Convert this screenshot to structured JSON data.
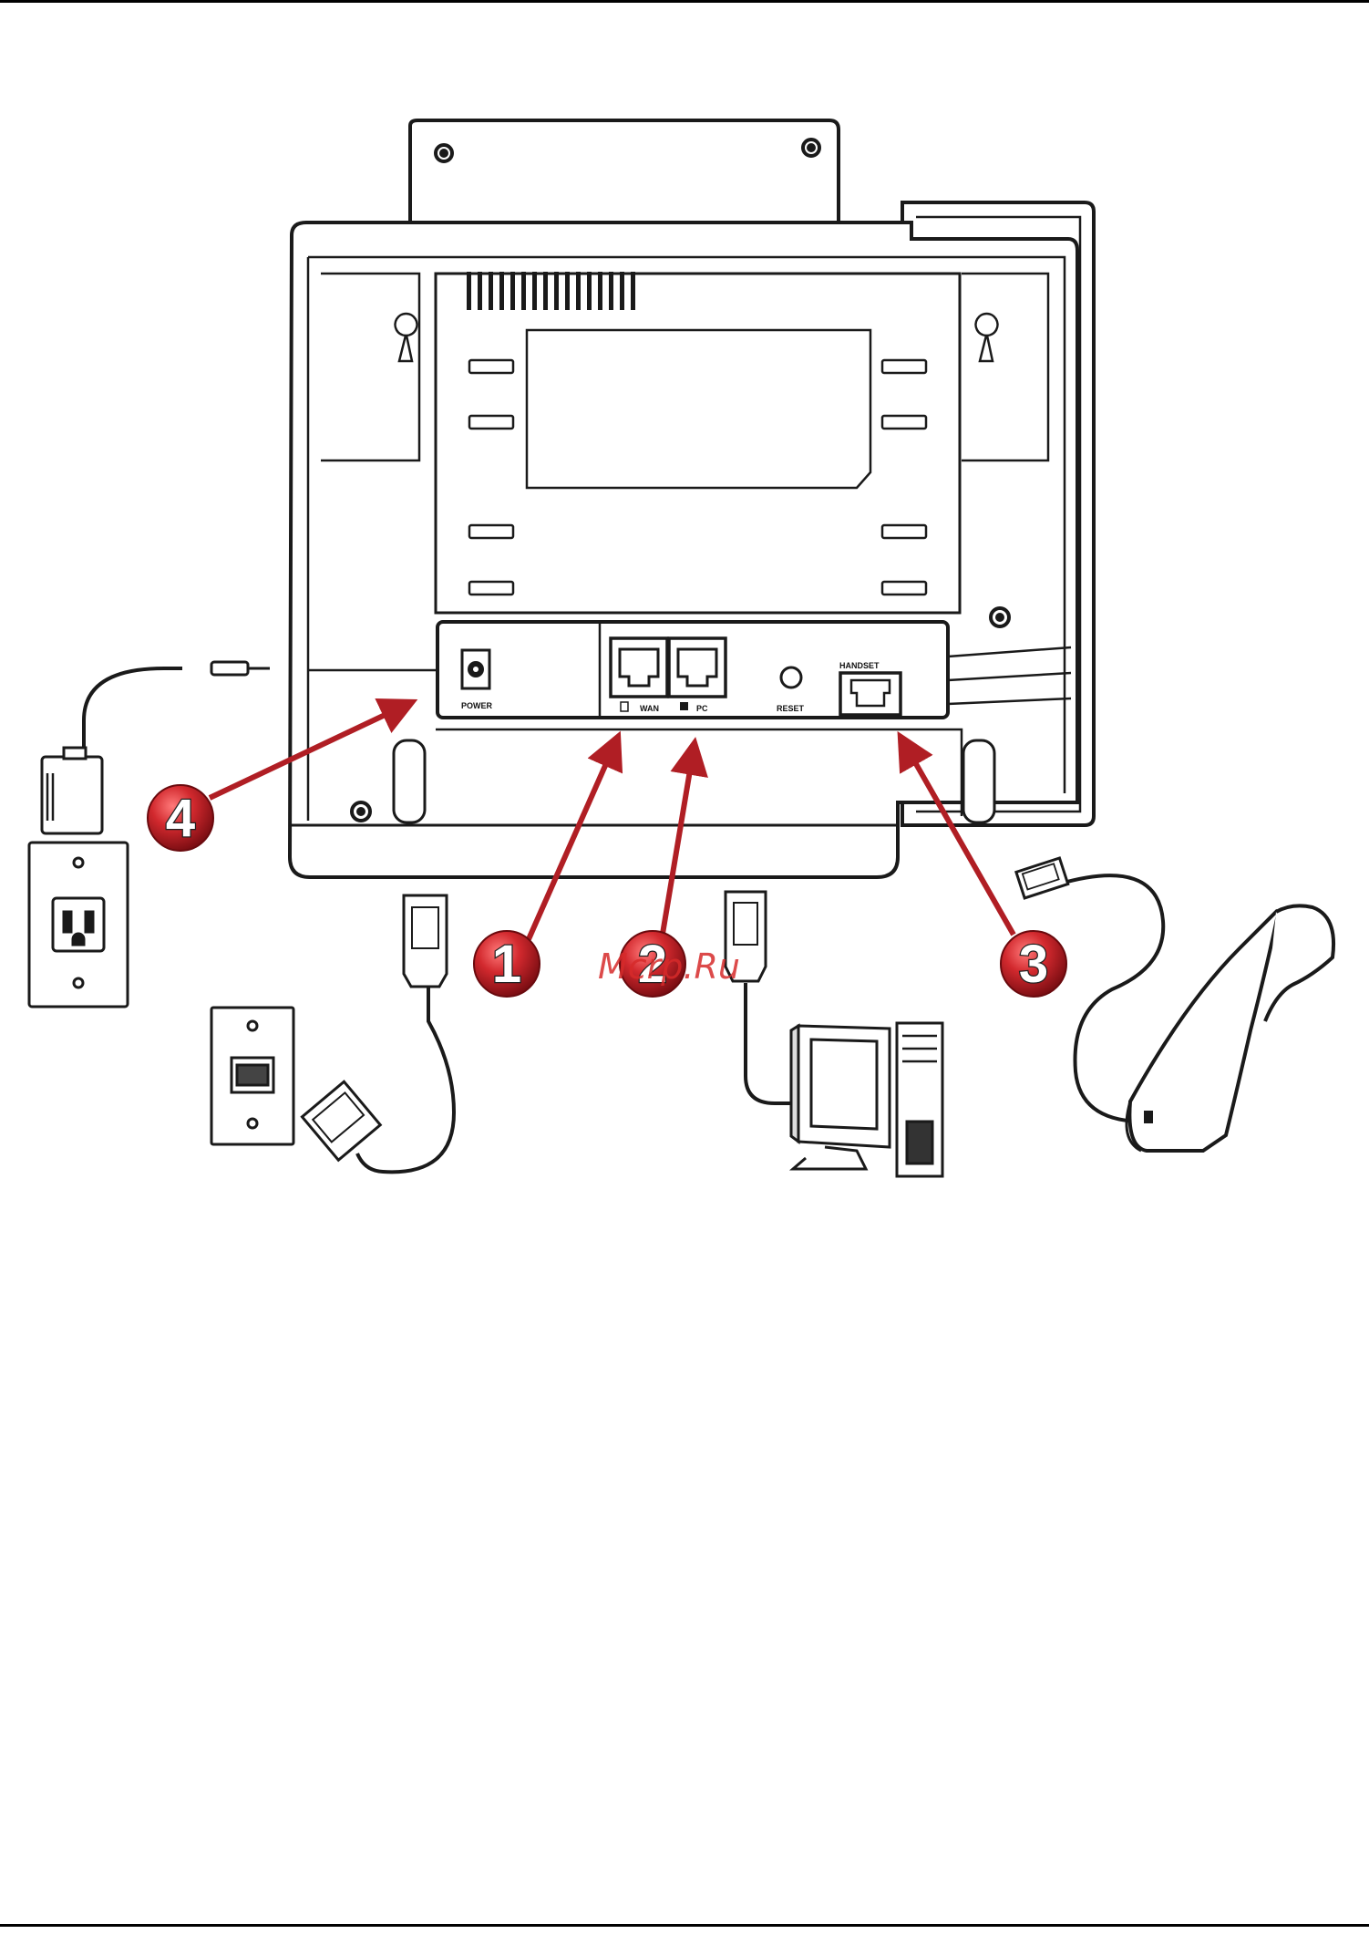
{
  "ports": {
    "power": "POWER",
    "wan": "WAN",
    "pc": "PC",
    "reset": "RESET",
    "handset": "HANDSET"
  },
  "callouts": [
    "1",
    "2",
    "3",
    "4"
  ],
  "watermark": "Mcrp.Ru",
  "colors": {
    "callout_fill": "#c8262b",
    "line": "#1a1a1a",
    "panel": "#ffffff"
  }
}
